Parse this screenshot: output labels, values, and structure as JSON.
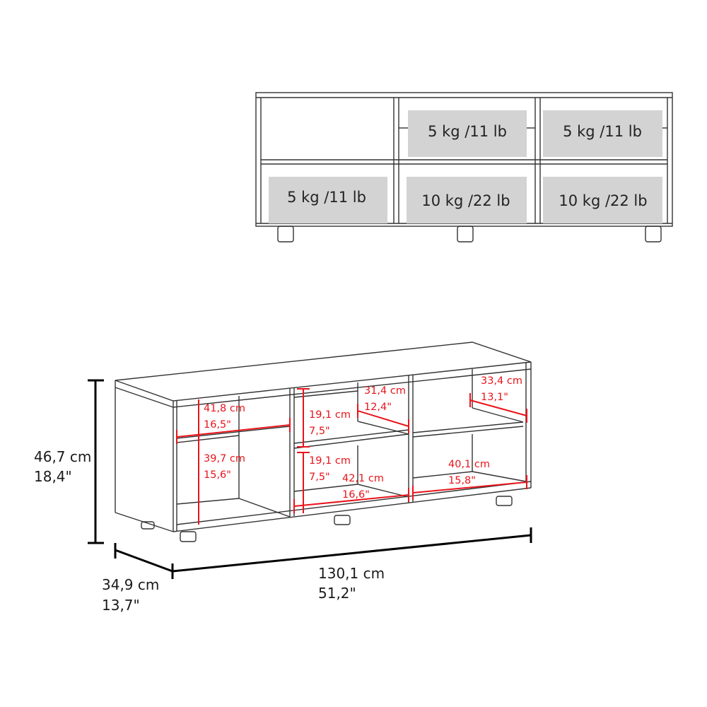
{
  "front_view": {
    "load_labels": [
      "5 kg /11 lb",
      "5 kg /11 lb",
      "5 kg /11 lb",
      "10 kg /22 lb",
      "10 kg /22 lb"
    ]
  },
  "dimensions": {
    "height": {
      "cm": "46,7 cm",
      "in": "18,4\""
    },
    "depth": {
      "cm": "34,9 cm",
      "in": "13,7\""
    },
    "width": {
      "cm": "130,1 cm",
      "in": "51,2\""
    }
  },
  "inner_dimensions": [
    {
      "cm": "41,8 cm",
      "in": "16,5\""
    },
    {
      "cm": "39,7 cm",
      "in": "15,6\""
    },
    {
      "cm": "19,1 cm",
      "in": "7,5\""
    },
    {
      "cm": "19,1 cm",
      "in": "7,5\""
    },
    {
      "cm": "31,4 cm",
      "in": "12,4\""
    },
    {
      "cm": "42,1 cm",
      "in": "16,6\""
    },
    {
      "cm": "33,4 cm",
      "in": "13,1\""
    },
    {
      "cm": "40,1 cm",
      "in": "15,8\""
    }
  ],
  "colors": {
    "dimension_red": "#e8141b",
    "load_box": "#d3d3d3"
  }
}
